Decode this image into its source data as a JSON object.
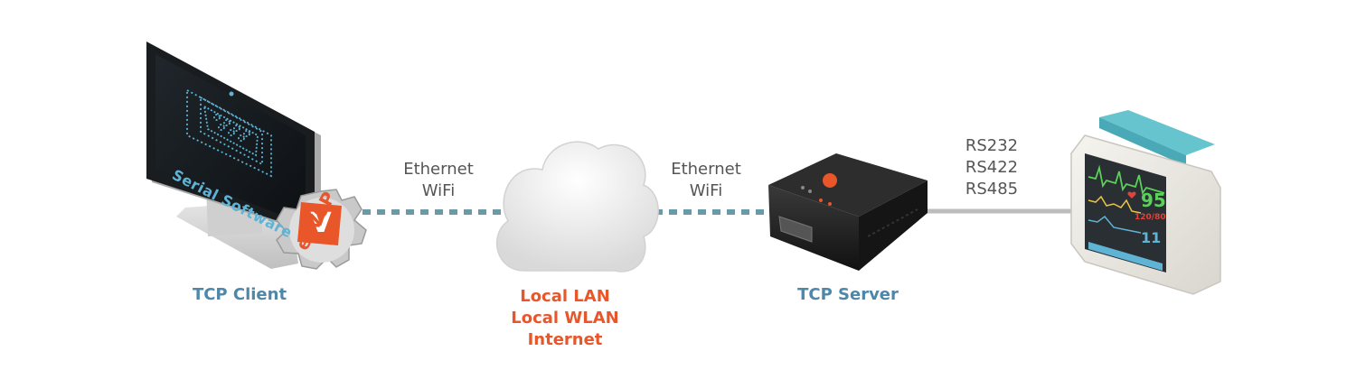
{
  "client": {
    "label": "TCP Client",
    "screen_text": "Serial Software",
    "badge_letter": "V",
    "badge_text": "ezVSP"
  },
  "link_left": {
    "line1": "Ethernet",
    "line2": "WiFi"
  },
  "network": {
    "line1": "Local LAN",
    "line2": "Local WLAN",
    "line3": "Internet"
  },
  "link_right": {
    "line1": "Ethernet",
    "line2": "WiFi"
  },
  "server": {
    "label": "TCP Server"
  },
  "serial": {
    "line1": "RS232",
    "line2": "RS422",
    "line3": "RS485"
  },
  "monitor": {
    "value_top": "95",
    "value_mid": "120/80",
    "value_bottom": "11"
  },
  "colors": {
    "label_blue": "#4f87a8",
    "accent_orange": "#e8562a",
    "dashed_link": "#6a99a8",
    "serial_cable": "#bdbdbd"
  }
}
